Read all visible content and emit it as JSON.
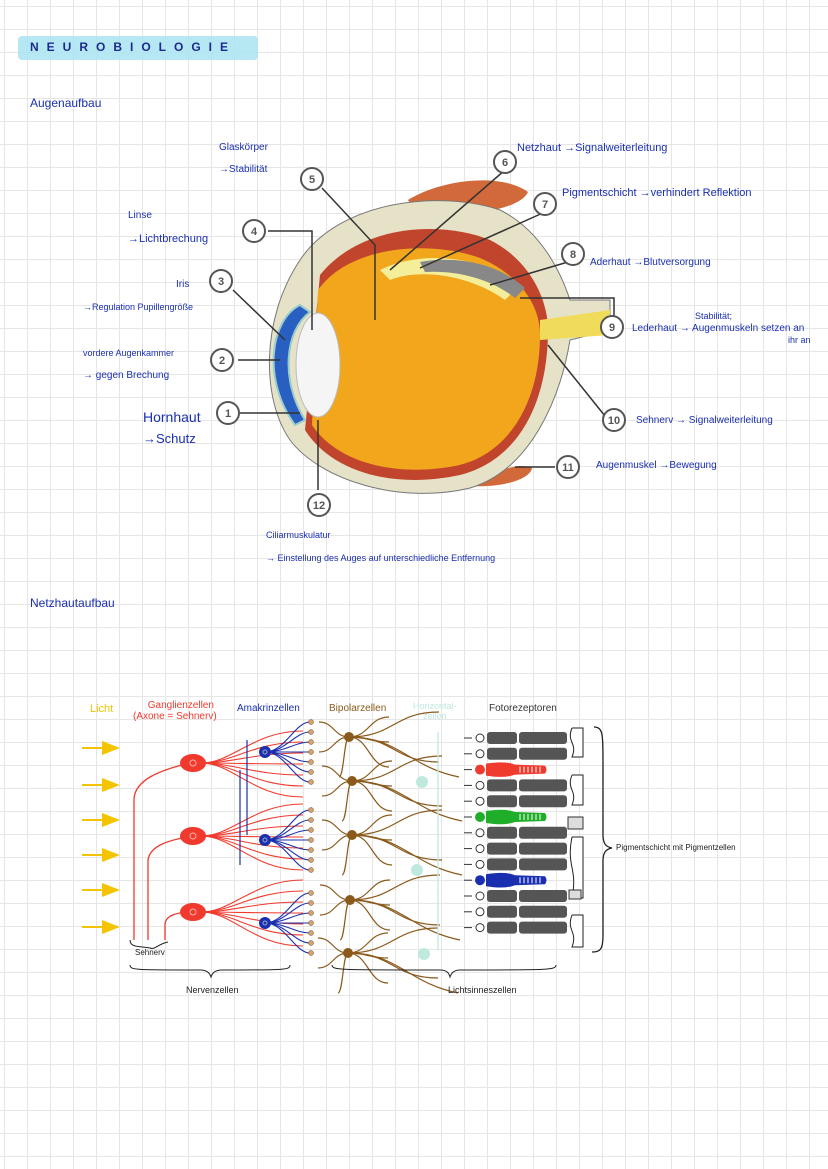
{
  "title": "NEUROBIOLOGIE",
  "sections": {
    "eye": "Augenaufbau",
    "retina": "Netzhautaufbau"
  },
  "eye_labels": [
    {
      "num": "1",
      "name": "Hornhaut",
      "function": "→Schutz"
    },
    {
      "num": "2",
      "name": "vordere Augenkammer",
      "function": "→ gegen Brechung"
    },
    {
      "num": "3",
      "name": "Iris",
      "function": "→Regulation Pupillengröße"
    },
    {
      "num": "4",
      "name": "Linse",
      "function": "→Lichtbrechung"
    },
    {
      "num": "5",
      "name": "Glaskörper",
      "function": "→Stabilität"
    },
    {
      "num": "6",
      "name": "Netzhaut",
      "function": "→Signalweiterleitung"
    },
    {
      "num": "7",
      "name": "Pigmentschicht",
      "function": "→verhindert Reflektion"
    },
    {
      "num": "8",
      "name": "Aderhaut",
      "function": "→Blutversorgung"
    },
    {
      "num": "9",
      "name": "Lederhaut",
      "function_line1": "Stabilität;",
      "function": "→ Augenmuskeln setzen an",
      "function_line3": "ihr an"
    },
    {
      "num": "10",
      "name": "Sehnerv",
      "function": "→ Signalweiterleitung"
    },
    {
      "num": "11",
      "name": "Augenmuskel",
      "function": "→Bewegung"
    },
    {
      "num": "12",
      "name": "Ciliarmuskulatur",
      "function": "→ Einstellung des Auges auf unterschiedliche Entfernung"
    }
  ],
  "retina": {
    "headers": {
      "light": "Licht",
      "ganglion": "Ganglienzellen",
      "ganglion_sub": "(Axone = Sehnerv)",
      "amacrine": "Amakrinzellen",
      "bipolar": "Bipolarzellen",
      "horizontal": "Horizontal-",
      "horizontal_sub": "zellen",
      "photoreceptors": "Fotorezeptoren"
    },
    "sehnerv_label": "Sehnerv",
    "nerve_cells_label": "Nervenzellen",
    "light_sense_cells_label": "Lichtsinneszellen",
    "pigment_label": "Pigmentschicht mit Pigmentzellen",
    "colors": {
      "light": "#f5c400",
      "ganglion": "#f03a2e",
      "amacrine": "#1a2fb0",
      "bipolar": "#8a5a1c",
      "horizontal": "#bfe9de",
      "rod": "#555555",
      "cone_red": "#f03a2e",
      "cone_green": "#1fae2a",
      "cone_blue": "#1a2fb0"
    },
    "receptors": [
      "rod",
      "rod",
      "cone_red",
      "rod",
      "rod",
      "cone_green",
      "rod",
      "rod",
      "rod",
      "cone_blue",
      "rod",
      "rod",
      "rod"
    ]
  }
}
